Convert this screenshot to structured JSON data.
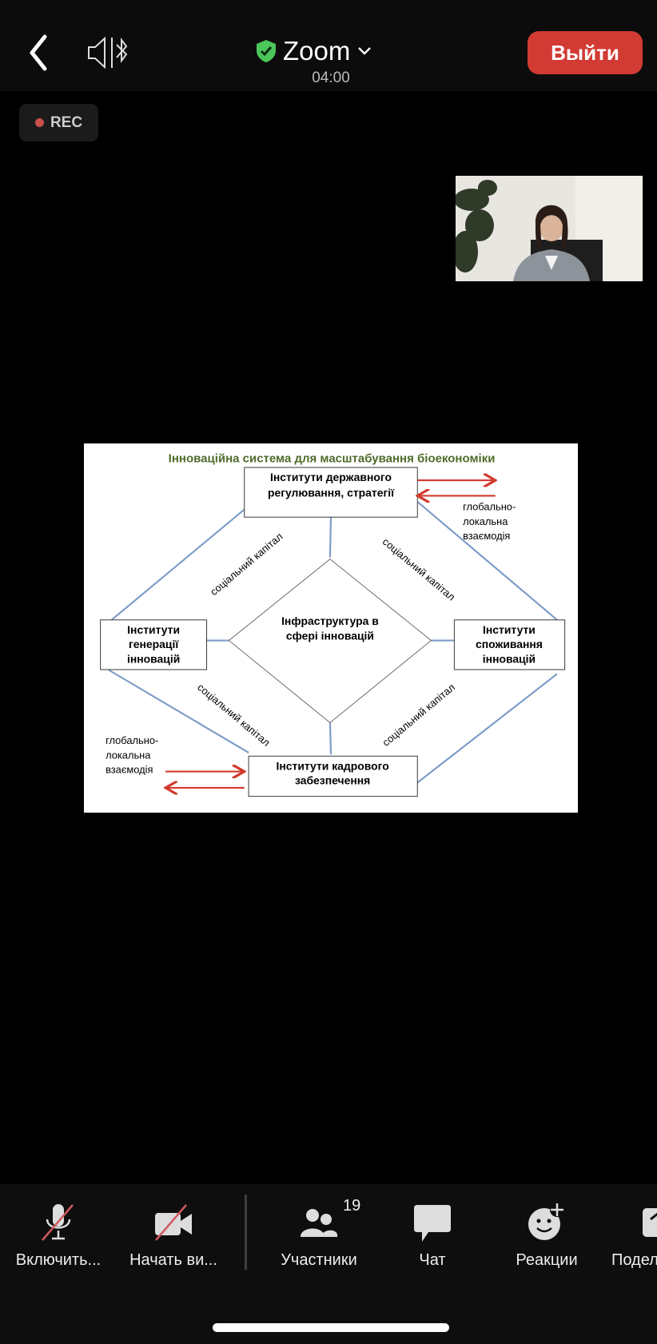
{
  "header": {
    "meeting_title": "Zoom",
    "timer": "04:00",
    "exit_label": "Выйти",
    "icons": [
      "back-chevron-icon",
      "speaker-bluetooth-icon",
      "shield-check-icon",
      "chevron-down-icon"
    ]
  },
  "recording": {
    "label": "REC",
    "color": "#c9504d"
  },
  "slide": {
    "title": "Інноваційна система для масштабування біоекономіки",
    "boxes": {
      "top": [
        "Інститути державного",
        "регулювання, стратегії"
      ],
      "left": [
        "Інститути",
        "генерації",
        "інновацій"
      ],
      "right": [
        "Інститути",
        "споживання",
        "інновацій"
      ],
      "bottom": [
        "Інститути кадрового",
        "забезпечення"
      ]
    },
    "center": [
      "Інфраструктура в",
      "сфері інновацій"
    ],
    "edge_label": "соціальний капітал",
    "global_top": [
      "глобально-",
      "локальна",
      "взаємодія"
    ],
    "global_bottom": [
      "глобально-",
      "локальна",
      "взаємодія"
    ],
    "colors": {
      "title": "#4f6b2a",
      "lines": "#7c9cc8",
      "arrows": "#d23a2e"
    }
  },
  "toolbar": {
    "items": [
      {
        "label": "Включить...",
        "icon": "mic-muted-icon"
      },
      {
        "label": "Начать ви...",
        "icon": "video-off-icon"
      },
      {
        "label": "Участники",
        "icon": "participants-icon",
        "badge": "19"
      },
      {
        "label": "Чат",
        "icon": "chat-icon"
      },
      {
        "label": "Реакции",
        "icon": "reaction-icon"
      },
      {
        "label": "Подел",
        "icon": "share-icon"
      }
    ]
  },
  "colors": {
    "exit": "#d13b34",
    "shield": "#4cc55a"
  }
}
